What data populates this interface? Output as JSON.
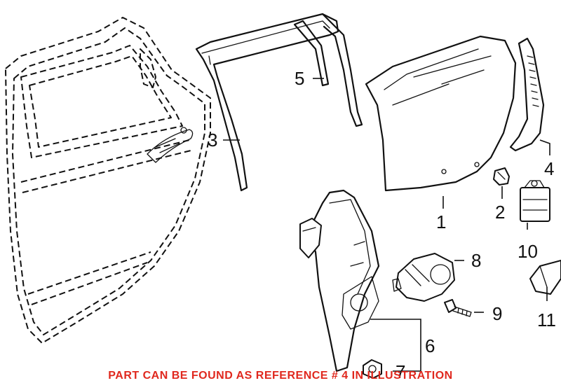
{
  "callouts": {
    "c1": "1",
    "c2": "2",
    "c3": "3",
    "c4": "4",
    "c5": "5",
    "c6": "6",
    "c7": "7",
    "c8": "8",
    "c9": "9",
    "c10": "10",
    "c11": "11"
  },
  "footer_note": "PART CAN BE FOUND AS REFERENCE # 4 IN ILLUSTRATION",
  "colors": {
    "line_art": "#111111",
    "note_text": "#e0281e",
    "background": "#ffffff"
  }
}
